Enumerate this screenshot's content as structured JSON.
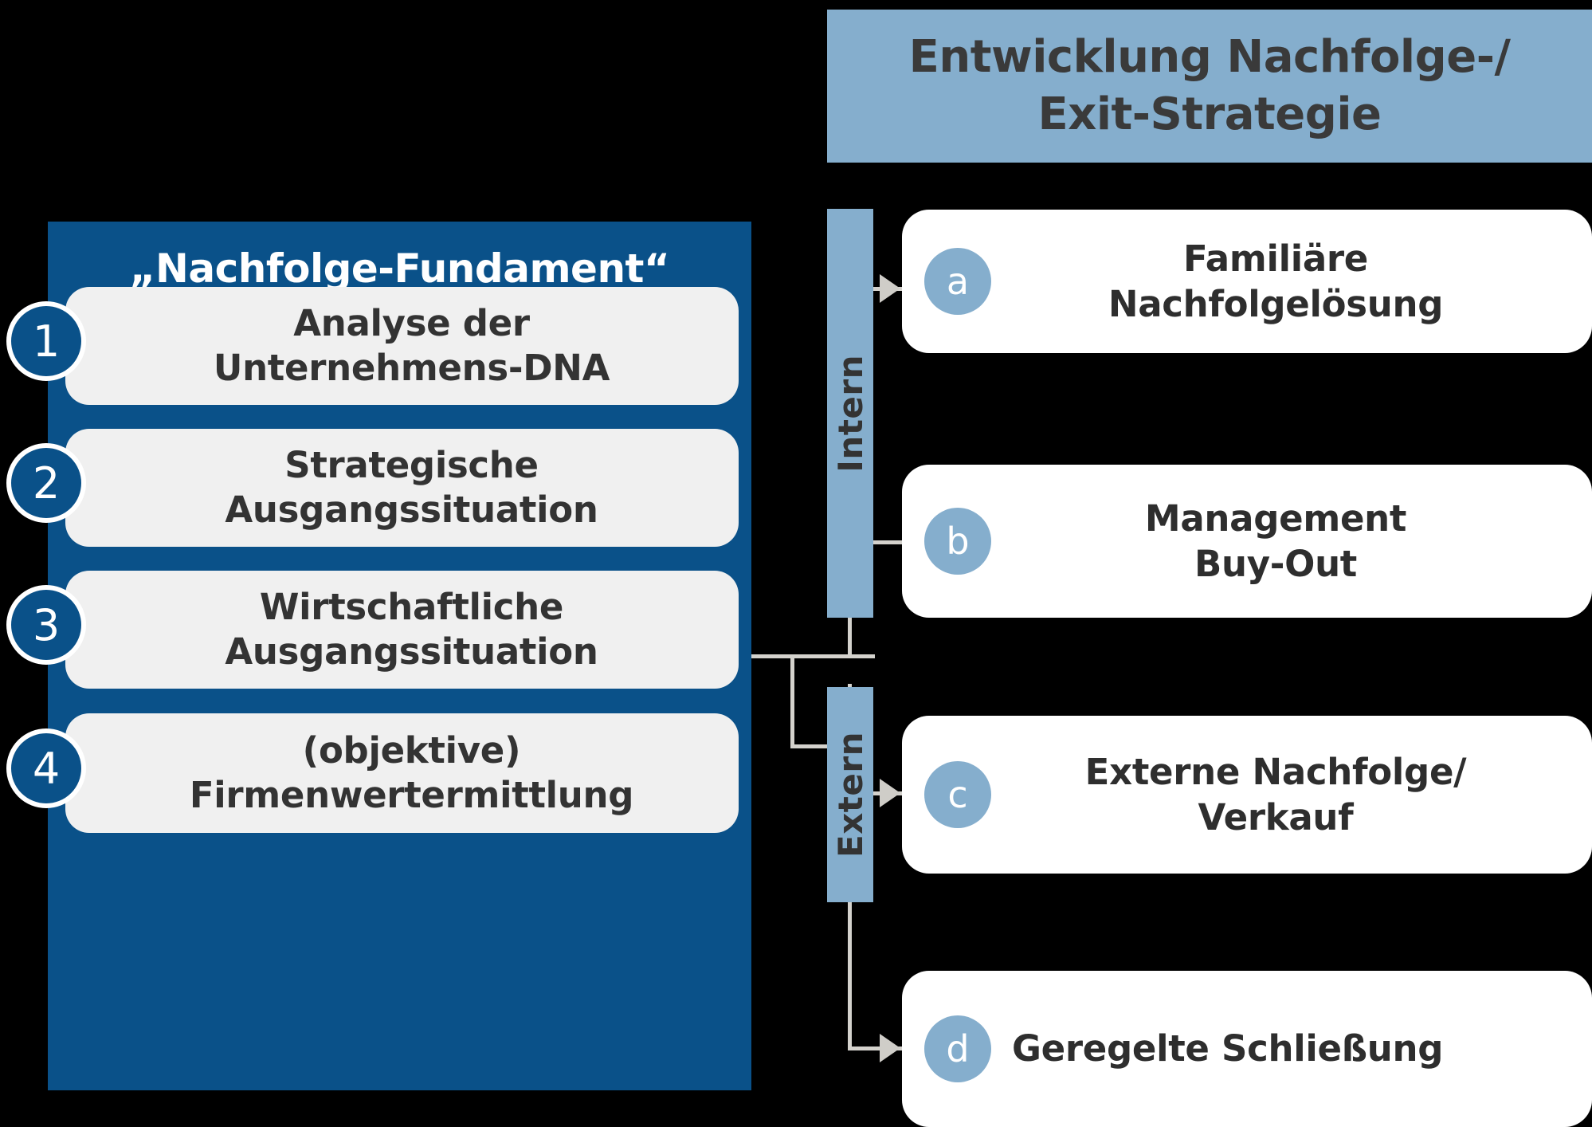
{
  "header": {
    "title": "Entwicklung Nachfolge-/\nExit-Strategie",
    "background_color": "#85aecd",
    "text_color": "#3a3a3a"
  },
  "fundament": {
    "title": "„Nachfolge-Fundament“",
    "panel_color": "#0a5189",
    "card_color": "#f0f0f0",
    "steps": [
      {
        "badge": "1",
        "text": "Analyse der\nUnternehmens-DNA"
      },
      {
        "badge": "2",
        "text": "Strategische\nAusgangssituation"
      },
      {
        "badge": "3",
        "text": "Wirtschaftliche\nAusgangssituation"
      },
      {
        "badge": "4",
        "text": "(objektive)\nFirmenwertermittlung"
      }
    ]
  },
  "categories": [
    {
      "label": "Intern"
    },
    {
      "label": "Extern"
    }
  ],
  "options": [
    {
      "badge": "a",
      "text": "Familiäre\nNachfolgelösung"
    },
    {
      "badge": "b",
      "text": "Management\nBuy-Out"
    },
    {
      "badge": "c",
      "text": "Externe Nachfolge/\nVerkauf"
    },
    {
      "badge": "d",
      "text": "Geregelte Schließung"
    }
  ],
  "colors": {
    "accent_dark_blue": "#0a5189",
    "accent_light_blue": "#85aecd",
    "card_white": "#ffffff",
    "connector_gray": "#d4d2cd",
    "background": "#000000"
  }
}
